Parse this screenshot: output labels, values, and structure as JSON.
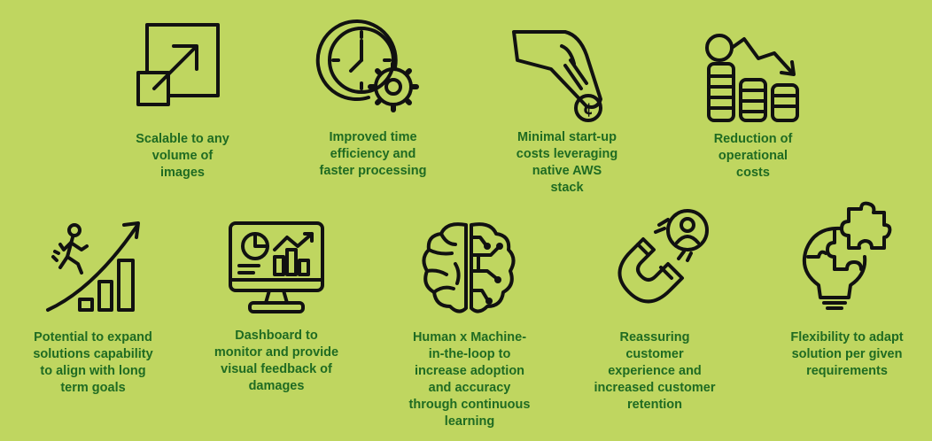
{
  "colors": {
    "background": "#bfd660",
    "text": "#1f6b22",
    "icon_stroke": "#111111"
  },
  "benefits": [
    {
      "icon": "scale-arrow-icon",
      "lines": [
        "Scalable to any",
        "volume of",
        "images"
      ]
    },
    {
      "icon": "clock-gear-icon",
      "lines": [
        "Improved time",
        "efficiency and",
        "faster processing"
      ]
    },
    {
      "icon": "hand-coin-icon",
      "lines": [
        "Minimal start-up",
        "costs leveraging",
        "native AWS",
        "stack"
      ]
    },
    {
      "icon": "coins-decline-icon",
      "lines": [
        "Reduction of",
        "operational",
        "costs"
      ]
    },
    {
      "icon": "growth-climber-icon",
      "lines": [
        "Potential to expand",
        "solutions capability",
        "to align with long",
        "term goals"
      ]
    },
    {
      "icon": "dashboard-monitor-icon",
      "lines": [
        "Dashboard to",
        "monitor and provide",
        "visual feedback of",
        "damages"
      ]
    },
    {
      "icon": "brain-circuit-icon",
      "lines": [
        "Human x Machine-",
        "in-the-loop to",
        "increase adoption",
        "and accuracy",
        "through continuous",
        "learning"
      ]
    },
    {
      "icon": "magnet-user-icon",
      "lines": [
        "Reassuring",
        "customer",
        "experience and",
        "increased customer",
        "retention"
      ]
    },
    {
      "icon": "puzzle-bulb-icon",
      "lines": [
        "Flexibility to adapt",
        "solution per given",
        "requirements"
      ]
    }
  ]
}
